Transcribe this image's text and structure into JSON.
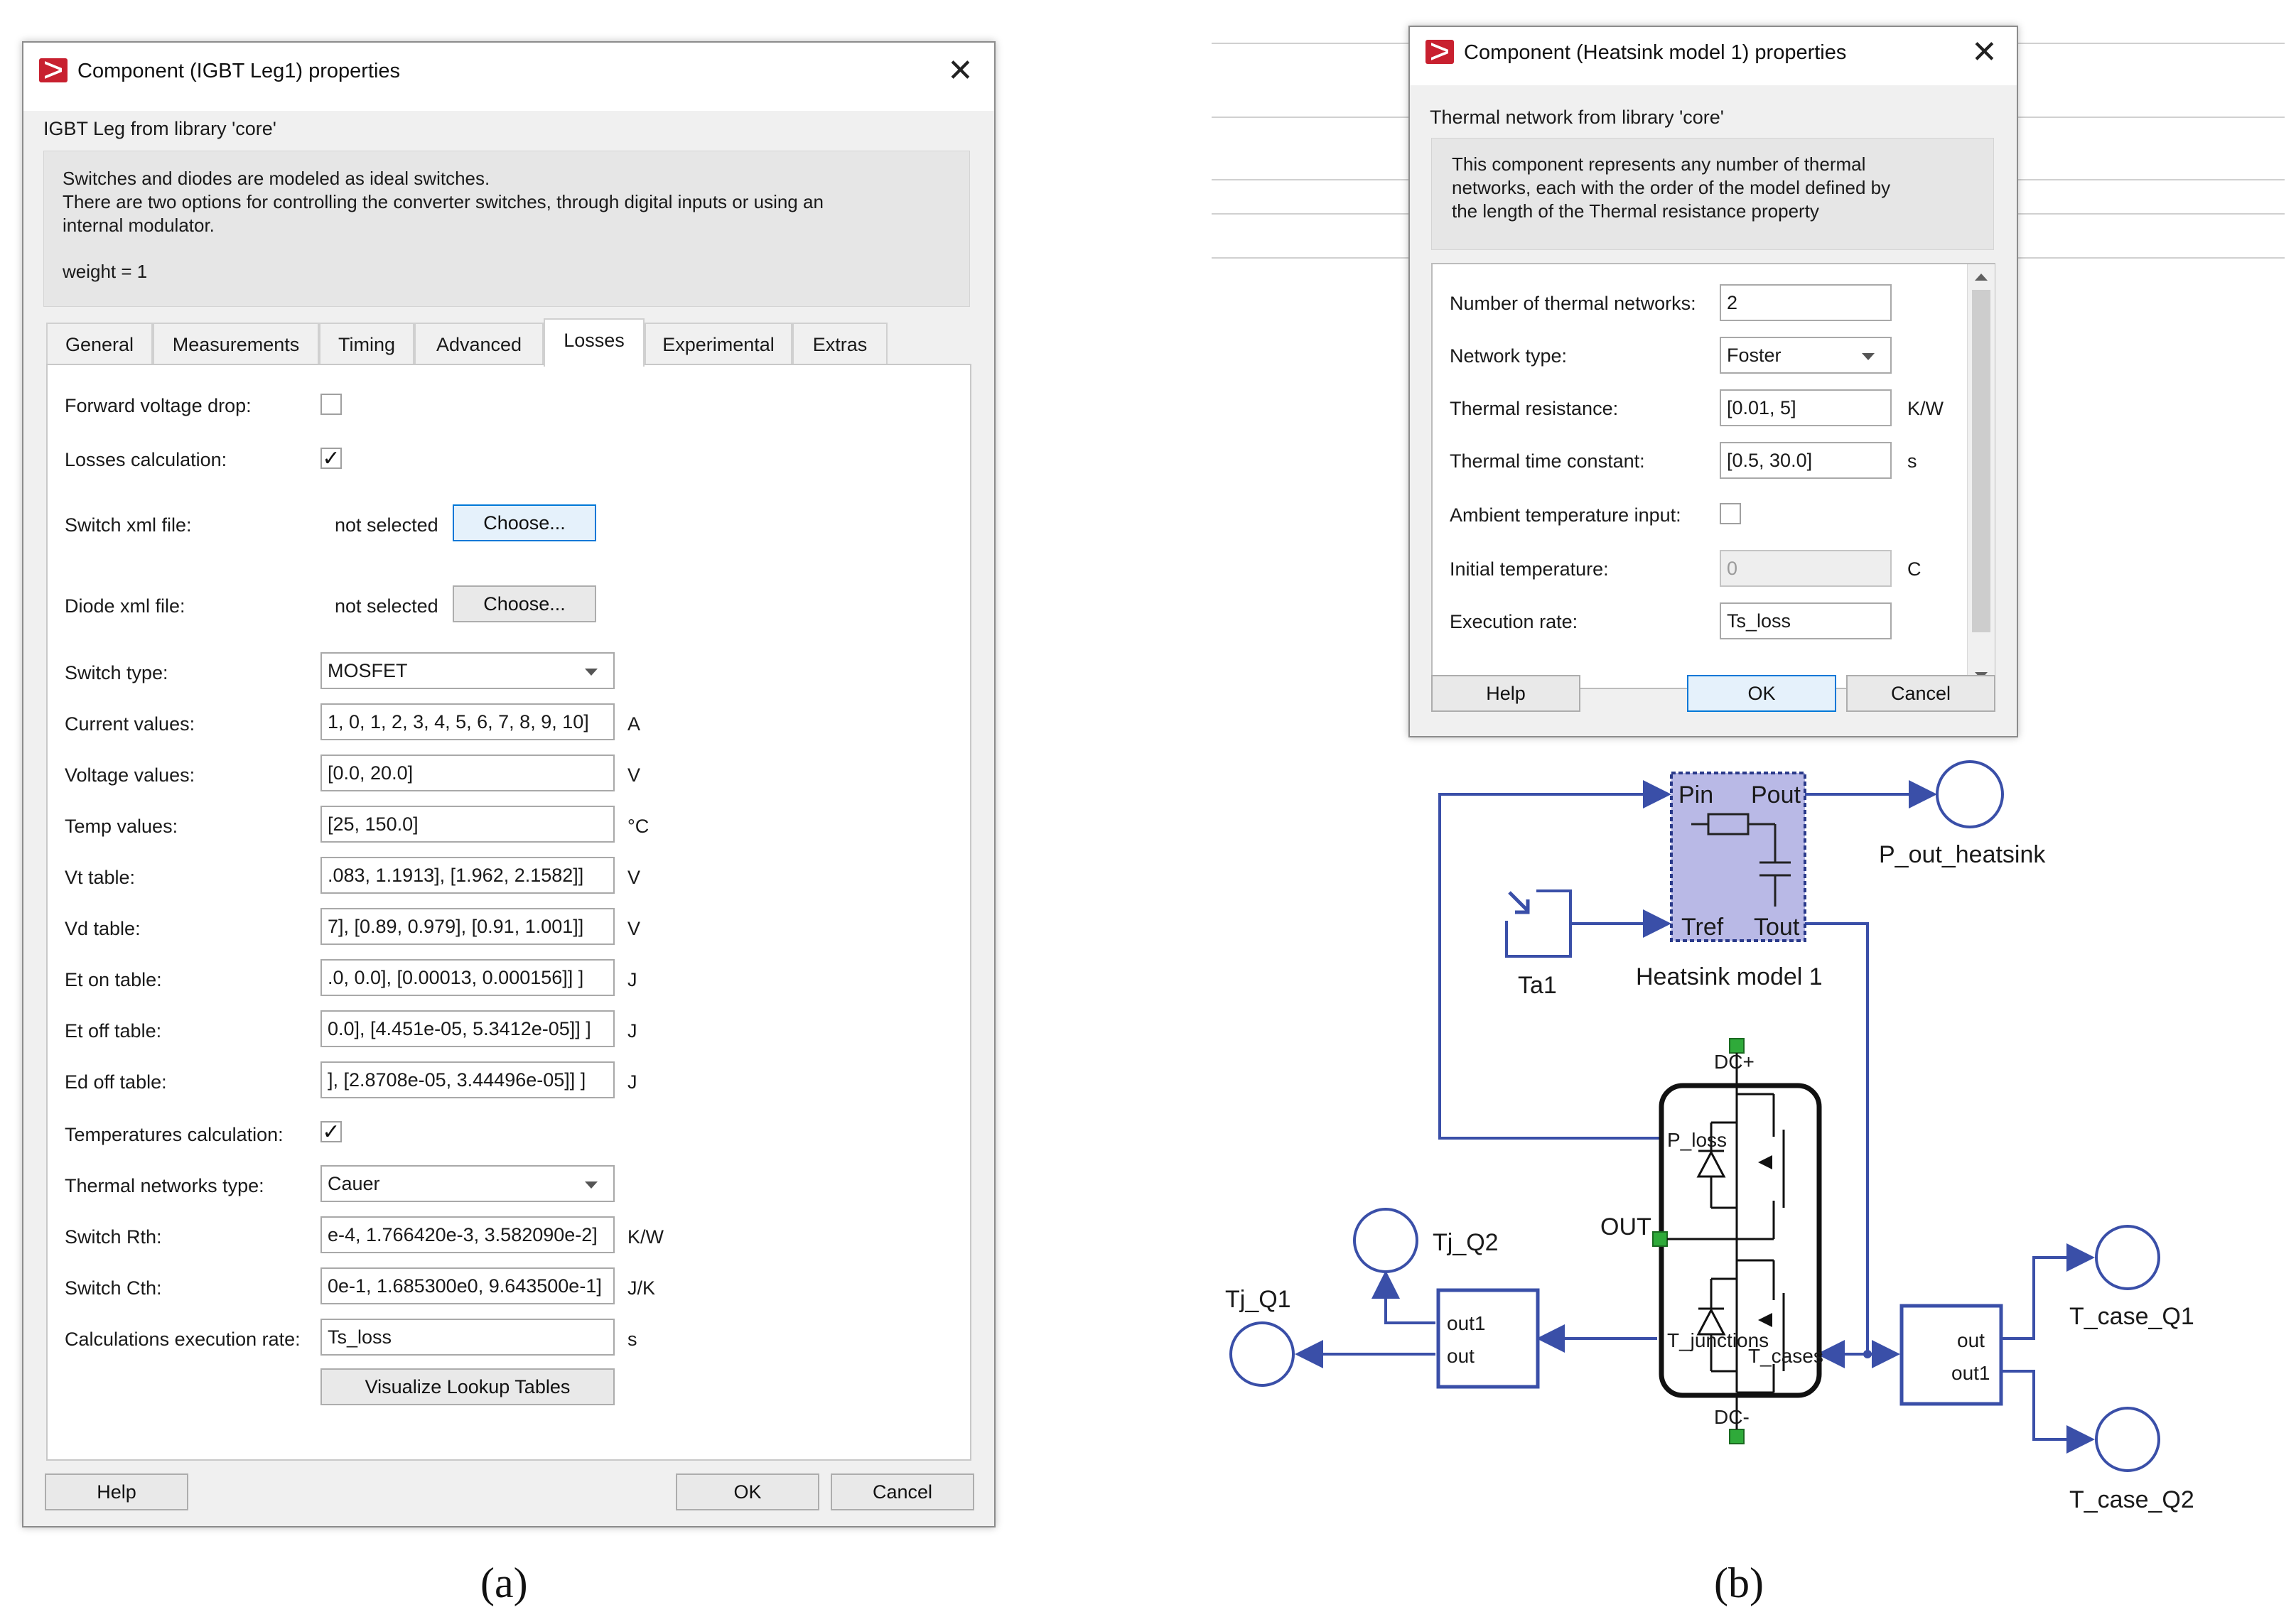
{
  "dialog_a": {
    "title": "Component (IGBT Leg1) properties",
    "library_text": "IGBT Leg from library 'core'",
    "description": [
      "Switches and diodes are modeled as ideal switches.",
      "There are two options for controlling the converter switches, through digital inputs or using an",
      "internal modulator."
    ],
    "weight_text": "weight = 1",
    "tabs": [
      "General",
      "Measurements",
      "Timing",
      "Advanced",
      "Losses",
      "Experimental",
      "Extras"
    ],
    "active_tab": "Losses",
    "fields": {
      "forward_voltage_drop": {
        "label": "Forward voltage drop:",
        "checked": false
      },
      "losses_calculation": {
        "label": "Losses calculation:",
        "checked": true,
        "mark": "✓"
      },
      "switch_xml": {
        "label": "Switch xml file:",
        "status": "not selected",
        "button": "Choose..."
      },
      "diode_xml": {
        "label": "Diode xml file:",
        "status": "not selected",
        "button": "Choose..."
      },
      "switch_type": {
        "label": "Switch type:",
        "value": "MOSFET"
      },
      "current_values": {
        "label": "Current values:",
        "value": "1, 0, 1, 2, 3, 4, 5, 6, 7, 8, 9, 10]",
        "unit": "A"
      },
      "voltage_values": {
        "label": "Voltage values:",
        "value": "[0.0, 20.0]",
        "unit": "V"
      },
      "temp_values": {
        "label": "Temp values:",
        "value": "[25, 150.0]",
        "unit": "°C"
      },
      "vt_table": {
        "label": "Vt table:",
        "value": ".083, 1.1913], [1.962, 2.1582]]",
        "unit": "V"
      },
      "vd_table": {
        "label": "Vd table:",
        "value": "7], [0.89, 0.979], [0.91, 1.001]]",
        "unit": "V"
      },
      "et_on_table": {
        "label": "Et on table:",
        "value": ".0, 0.0], [0.00013, 0.000156]] ]",
        "unit": "J"
      },
      "et_off_table": {
        "label": "Et off table:",
        "value": "0.0], [4.451e-05, 5.3412e-05]] ]",
        "unit": "J"
      },
      "ed_off_table": {
        "label": "Ed off table:",
        "value": "], [2.8708e-05, 3.44496e-05]] ]",
        "unit": "J"
      },
      "temperatures_calculation": {
        "label": "Temperatures calculation:",
        "checked": true,
        "mark": "✓"
      },
      "thermal_networks_type": {
        "label": "Thermal networks type:",
        "value": "Cauer"
      },
      "switch_rth": {
        "label": "Switch Rth:",
        "value": "e-4, 1.766420e-3, 3.582090e-2]",
        "unit": "K/W"
      },
      "switch_cth": {
        "label": "Switch Cth:",
        "value": "0e-1, 1.685300e0, 9.643500e-1]",
        "unit": "J/K"
      },
      "calc_exec_rate": {
        "label": "Calculations execution rate:",
        "value": "Ts_loss",
        "unit": "s"
      }
    },
    "visualize_button": "Visualize Lookup Tables",
    "help_button": "Help",
    "ok_button": "OK",
    "cancel_button": "Cancel",
    "caption": "(a)"
  },
  "dialog_b": {
    "title": "Component (Heatsink model 1) properties",
    "library_text": "Thermal network from library 'core'",
    "description": [
      "This component represents any number of thermal",
      "networks, each with the order of the model defined by",
      "the length of the Thermal resistance property"
    ],
    "fields": {
      "num_networks": {
        "label": "Number of thermal networks:",
        "value": "2"
      },
      "network_type": {
        "label": "Network type:",
        "value": "Foster"
      },
      "thermal_resistance": {
        "label": "Thermal resistance:",
        "value": "[0.01, 5]",
        "unit": "K/W"
      },
      "thermal_time_constant": {
        "label": "Thermal time constant:",
        "value": "[0.5, 30.0]",
        "unit": "s"
      },
      "ambient_input": {
        "label": "Ambient temperature input:",
        "checked": false
      },
      "initial_temperature": {
        "label": "Initial temperature:",
        "value": "0",
        "unit": "C"
      },
      "execution_rate": {
        "label": "Execution rate:",
        "value": "Ts_loss"
      }
    },
    "help_button": "Help",
    "ok_button": "OK",
    "cancel_button": "Cancel",
    "caption": "(b)"
  },
  "schematic": {
    "heatsink": {
      "pin": "Pin",
      "pout": "Pout",
      "tref": "Tref",
      "tout": "Tout",
      "name": "Heatsink model 1"
    },
    "ta1": "Ta1",
    "p_out_heatsink": "P_out_heatsink",
    "igbt": {
      "dc_plus": "DC+",
      "dc_minus": "DC-",
      "p_loss": "P_loss",
      "t_junctions": "T_junctions",
      "t_cases": "T_cases",
      "out": "OUT"
    },
    "demux_left": {
      "out1": "out1",
      "out": "out"
    },
    "demux_right": {
      "out": "out",
      "out1": "out1"
    },
    "tj_q1": "Tj_Q1",
    "tj_q2": "Tj_Q2",
    "t_case_q1": "T_case_Q1",
    "t_case_q2": "T_case_Q2",
    "colors": {
      "wire": "#3a4fa8",
      "heatsink_fill": "#b9b9e6",
      "terminal": "#2faa3a"
    }
  }
}
